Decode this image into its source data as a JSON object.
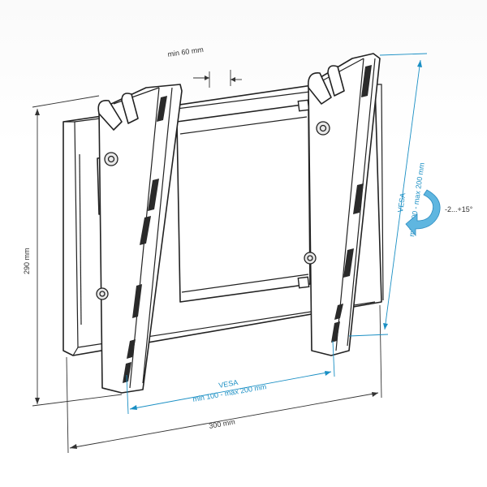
{
  "dimensions": {
    "min_gap": "min 60 mm",
    "height": "290 mm",
    "width": "300 mm"
  },
  "vesa_horizontal": {
    "title": "VESA",
    "range": "min 100 - max 200 mm"
  },
  "vesa_vertical": {
    "title": "VESA",
    "range": "min 100 - max 200 mm"
  },
  "tilt": {
    "label": "-2...+15°"
  },
  "colors": {
    "vesa_accent": "#1a8fc4",
    "tilt_arrow": "#5fb6e0",
    "line_art": "#222222"
  }
}
